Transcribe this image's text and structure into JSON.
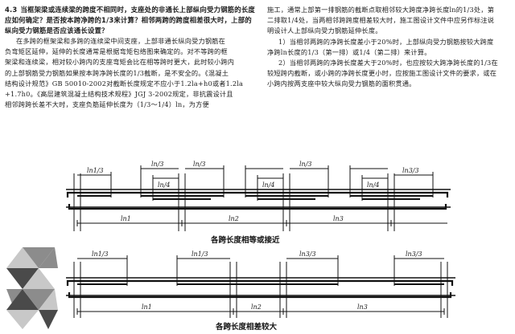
{
  "left_column": {
    "question_number": "4.3",
    "question_title": "当框架梁或连续梁的跨度不相同时，支座处的非通长上部纵向受力钢筋的长度应如何确定？是否按本跨净跨的1/3来计算？相邻两跨的跨度相差很大时，上部的纵向受力钢筋是否应该通长设置？",
    "body_lines": [
      "在多跨的框架梁和多跨的连续梁中间支座，上部非通长纵向受力钢筋在",
      "负弯矩区延伸，延伸的长度通常是根据弯矩包络图来确定的。对不等跨的框",
      "架梁和连续梁，相对较小跨内的支座弯矩会比在相等跨时更大，此时较小跨内",
      "的上部钢筋受力钢筋如果按本跨净跨长度的1/3截断，是不安全的。《混凝土",
      "结构设计规范》GB 50010-2002对截断长度规定不应小于1.2la+h0或者1.2la",
      "+1.7h0。《高层建筑混凝土结构技术规程》JGJ 3-2002规定，非抗震设计且",
      "相邻跨跨长差不大时，支座负筋延伸长度为（1/3～1/4）ln，为方便"
    ]
  },
  "right_column": {
    "lines": [
      "施工，通常上部第一排钢筋的截断点取相邻较大跨度净跨长度ln的1/3处，第",
      "二排取1/4处，当两相邻跨跨度相差较大时，施工图设计文件中应另作标注说",
      "明设计人上部纵向受力钢筋延伸长度。"
    ],
    "items": [
      "1）当相邻两跨的净跨长度差小于20%时，上部纵向受力钢筋按较大跨度",
      "净跨ln长度的1/3（第一排）或1/4（第二排）来计算。",
      "2）当相邻两跨的净跨长度差大于20%时，也应按较大跨净跨长度的1/3在",
      "较短跨内截断，或小跨的净跨长度更小时，应按施工图设计文件的要求，或在",
      "小跨内按两支座中较大纵向受力钢筋的面积贯通。"
    ]
  },
  "figure1": {
    "caption": "各跨长度相等或接近",
    "span_labels": [
      "ln1",
      "ln2",
      "ln3"
    ],
    "top_labels": [
      "ln1/3",
      "ln/3",
      "ln/4",
      "ln/3",
      "ln/4",
      "ln/3",
      "ln/4",
      "ln3/3"
    ]
  },
  "figure2": {
    "caption": "各跨长度相差较大",
    "span_labels": [
      "ln1",
      "ln2",
      "ln3"
    ],
    "top_labels": [
      "ln1/3",
      "ln1/3",
      "ln3/3",
      "ln3/3"
    ]
  },
  "colors": {
    "text": "#1d1d1d",
    "line": "#111111",
    "logo_dark": "#4a4a4a",
    "logo_mid": "#8c8c8c",
    "logo_light": "#c8c8c8"
  }
}
